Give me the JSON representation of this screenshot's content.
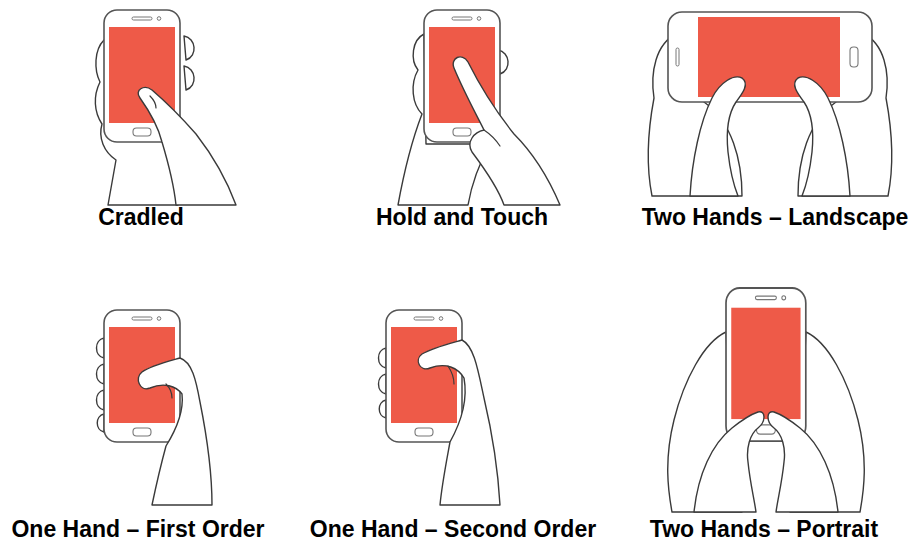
{
  "diagram": {
    "labels": [
      "Cradled",
      "Hold and Touch",
      "Two Hands – Landscape",
      "One Hand – First Order",
      "One Hand – Second Order",
      "Two Hands – Portrait"
    ]
  }
}
